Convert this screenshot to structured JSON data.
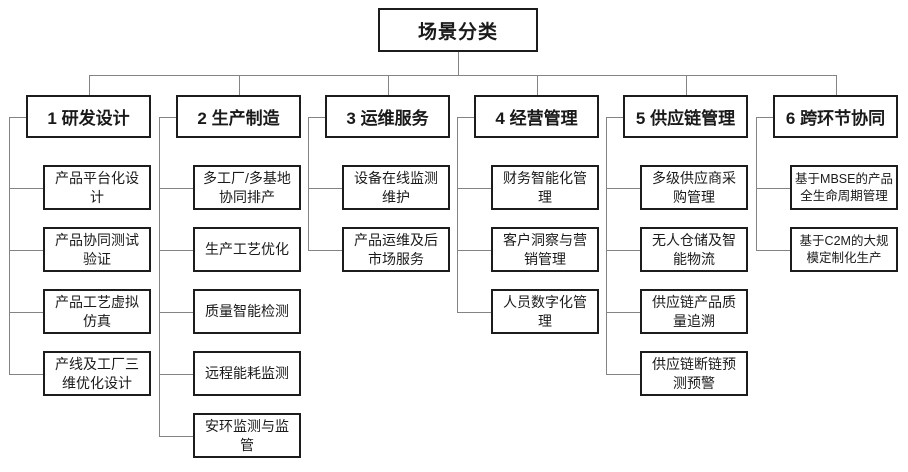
{
  "diagram": {
    "root_label": "场景分类",
    "columns": [
      {
        "title": "1 研发设计",
        "children": [
          "产品平台化设\n计",
          "产品协同测试\n验证",
          "产品工艺虚拟\n仿真",
          "产线及工厂三\n维优化设计"
        ]
      },
      {
        "title": "2 生产制造",
        "children": [
          "多工厂/多基地\n协同排产",
          "生产工艺优化",
          "质量智能检测",
          "远程能耗监测",
          "安环监测与监\n管"
        ]
      },
      {
        "title": "3 运维服务",
        "children": [
          "设备在线监测\n维护",
          "产品运维及后\n市场服务"
        ]
      },
      {
        "title": "4 经营管理",
        "children": [
          "财务智能化管\n理",
          "客户洞察与营\n销管理",
          "人员数字化管\n理"
        ]
      },
      {
        "title": "5 供应链管理",
        "children": [
          "多级供应商采\n购管理",
          "无人仓储及智\n能物流",
          "供应链产品质\n量追溯",
          "供应链断链预\n测预警"
        ]
      },
      {
        "title": "6 跨环节协同",
        "children": [
          "基于MBSE的产品\n全生命周期管理",
          "基于C2M的大规\n模定制化生产"
        ]
      }
    ]
  },
  "colors": {
    "background": "#ffffff",
    "box_border": "#1c1c1c",
    "connector": "#848484",
    "text": "#1a1a1a"
  }
}
